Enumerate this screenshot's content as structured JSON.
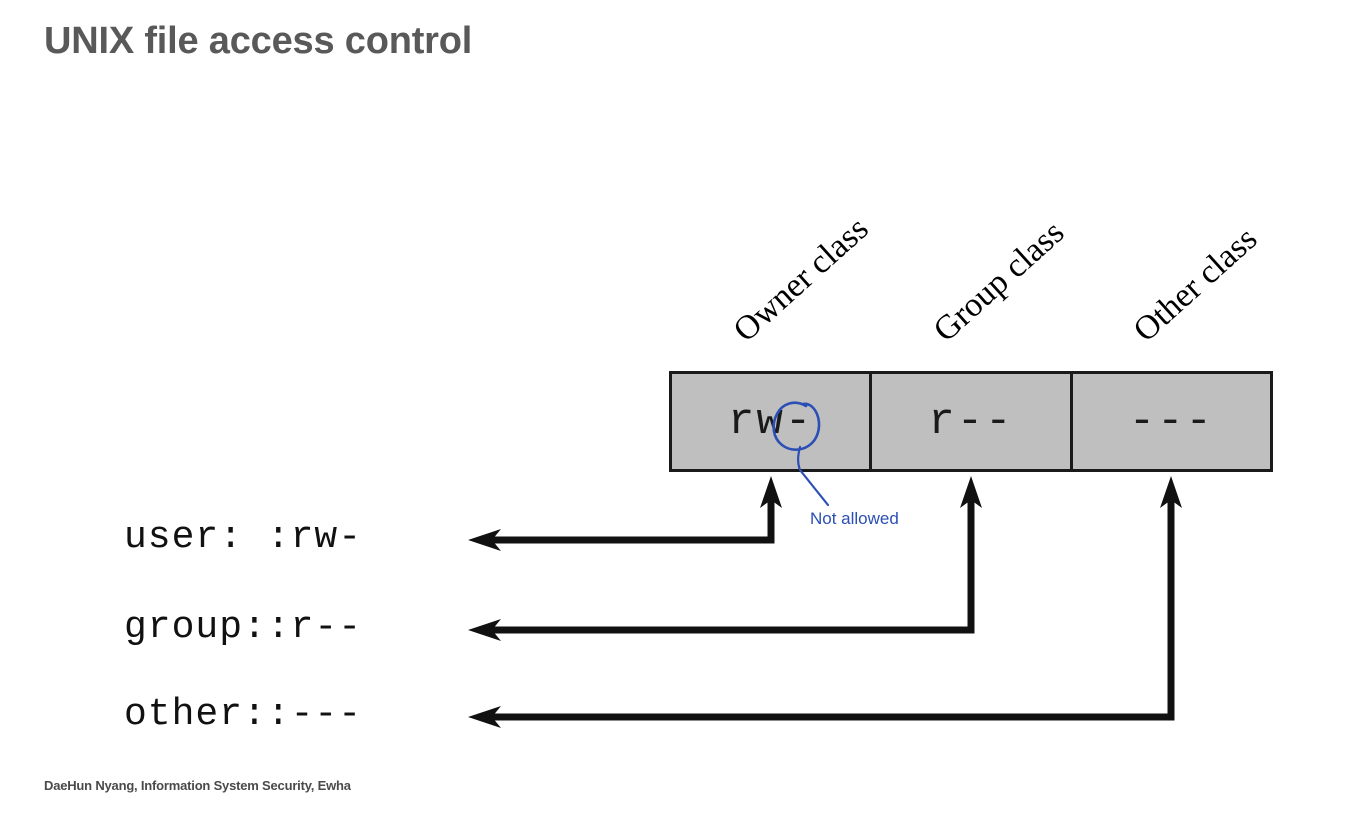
{
  "slide": {
    "title": "UNIX file access control",
    "footer": "DaeHun Nyang, Information System Security, Ewha",
    "background_color": "#ffffff",
    "title_color": "#595959"
  },
  "permission_box": {
    "fill_color": "#bfbfbf",
    "border_color": "#1a1a1a",
    "cells": [
      {
        "id": "owner",
        "permissions": "rw-",
        "class_label": "Owner class"
      },
      {
        "id": "group",
        "permissions": "r--",
        "class_label": "Group class"
      },
      {
        "id": "other",
        "permissions": "---",
        "class_label": "Other class"
      }
    ]
  },
  "acl_entries": [
    {
      "id": "user",
      "text": "user: :rw-"
    },
    {
      "id": "group",
      "text": "group::r--"
    },
    {
      "id": "other",
      "text": "other::---"
    }
  ],
  "annotation": {
    "text": "Not allowed",
    "color": "#2b4fb5",
    "target": "the trailing '-' of the owner class rw- permission"
  },
  "arrows": {
    "color": "#111111",
    "count": 3,
    "description": "elbow connectors from each ACL entry up into its permission cell"
  }
}
